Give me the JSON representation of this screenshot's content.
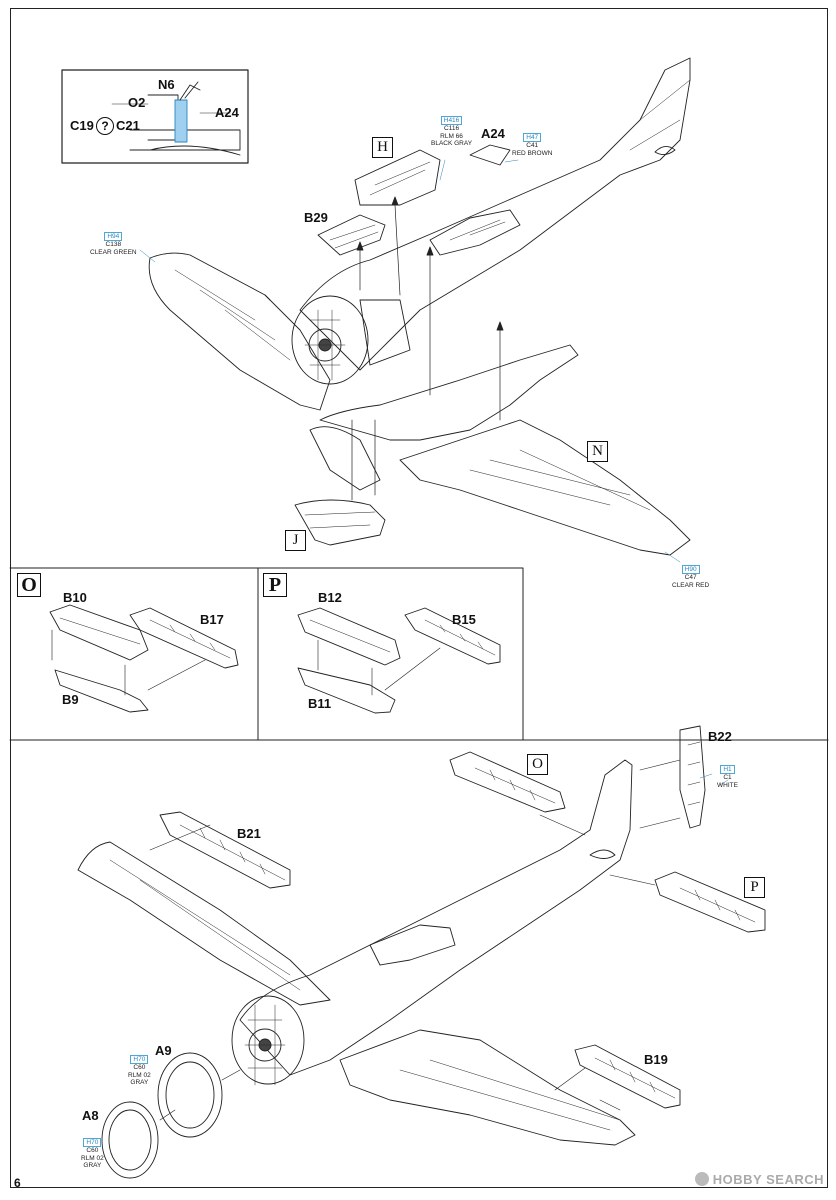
{
  "page_number": "6",
  "watermark": "HOBBY SEARCH",
  "inset": {
    "labels": {
      "n6": "N6",
      "o2": "O2",
      "c19": "C19",
      "c21": "C21",
      "a24": "A24",
      "option": "?"
    }
  },
  "top_step": {
    "parts": {
      "a24": "A24",
      "b29": "B29"
    },
    "boxes": {
      "h": "H",
      "j": "J",
      "n": "N"
    },
    "colors": {
      "h416": {
        "h": "H416",
        "c": "C116",
        "name": "RLM 66\nBLACK GRAY"
      },
      "h47": {
        "h": "H47",
        "c": "C41",
        "name": "RED BROWN"
      },
      "h94": {
        "h": "H94",
        "c": "C138",
        "name": "CLEAR GREEN"
      },
      "h90": {
        "h": "H90",
        "c": "C47",
        "name": "CLEAR RED"
      }
    }
  },
  "sub_o": {
    "box": "O",
    "parts": {
      "b10": "B10",
      "b17": "B17",
      "b9": "B9"
    }
  },
  "sub_p": {
    "box": "P",
    "parts": {
      "b12": "B12",
      "b15": "B15",
      "b11": "B11"
    }
  },
  "bottom_step": {
    "parts": {
      "b21": "B21",
      "b22": "B22",
      "b19": "B19",
      "a9": "A9",
      "a8": "A8"
    },
    "boxes": {
      "o": "O",
      "p": "P"
    },
    "colors": {
      "h1": {
        "h": "H1",
        "c": "C1",
        "name": "WHITE"
      },
      "h70a": {
        "h": "H70",
        "c": "C60",
        "name": "RLM 02\nGRAY"
      },
      "h70b": {
        "h": "H70",
        "c": "C60",
        "name": "RLM 02\nGRAY"
      }
    }
  }
}
